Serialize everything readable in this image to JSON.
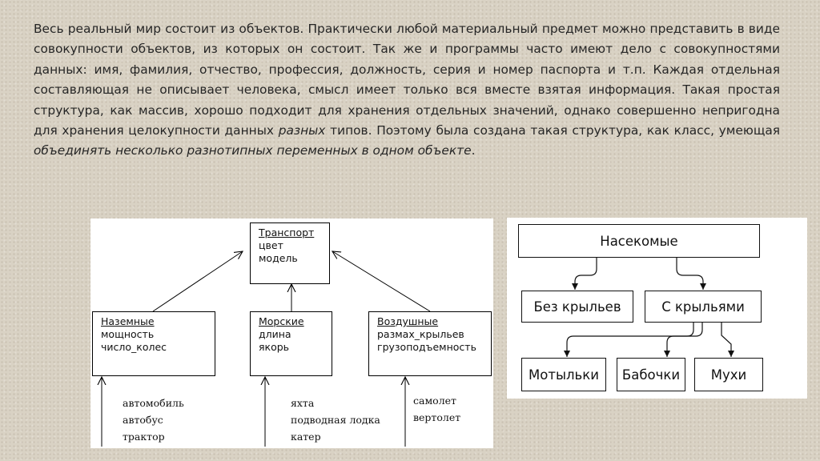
{
  "text": {
    "p1": "Весь реальный мир состоит из объектов. Практически любой материальный предмет можно представить в виде совокупности объектов, из которых он состоит. Так же и программы часто имеют дело с совокупностями данных: имя, фамилия, отчество, профессия, должность, серия и номер паспорта и т.п. Каждая отдельная составляющая не описывает человека, смысл имеет только вся вместе взятая информация. Такая простая структура, как массив, хорошо подходит для хранения отдельных значений, однако совершенно непригодна для хранения целокупности данных ",
    "em1": "разных",
    "p2": " типов. Поэтому была создана такая структура, как класс, умеющая ",
    "em2": "объединять несколько разнотипных переменных в одном объекте",
    "p3": "."
  },
  "class_diagram": {
    "transport": {
      "title": "Транспорт",
      "fields": [
        "цвет",
        "модель"
      ]
    },
    "land": {
      "title": "Наземные",
      "fields": [
        "мощность",
        "число_колес"
      ]
    },
    "sea": {
      "title": "Морские",
      "fields": [
        "длина",
        "якорь"
      ]
    },
    "air": {
      "title": "Воздушные",
      "fields": [
        "размах_крыльев",
        "грузоподъемность"
      ]
    },
    "land_examples": [
      "автомобиль",
      "автобус",
      "трактор"
    ],
    "sea_examples": [
      "яхта",
      "подводная лодка",
      "катер"
    ],
    "air_examples": [
      "самолет",
      "вертолет"
    ]
  },
  "insect_diagram": {
    "root": "Насекомые",
    "wingless": "Без крыльев",
    "winged": "С крыльями",
    "leaves": [
      "Мотыльки",
      "Бабочки",
      "Мухи"
    ]
  }
}
